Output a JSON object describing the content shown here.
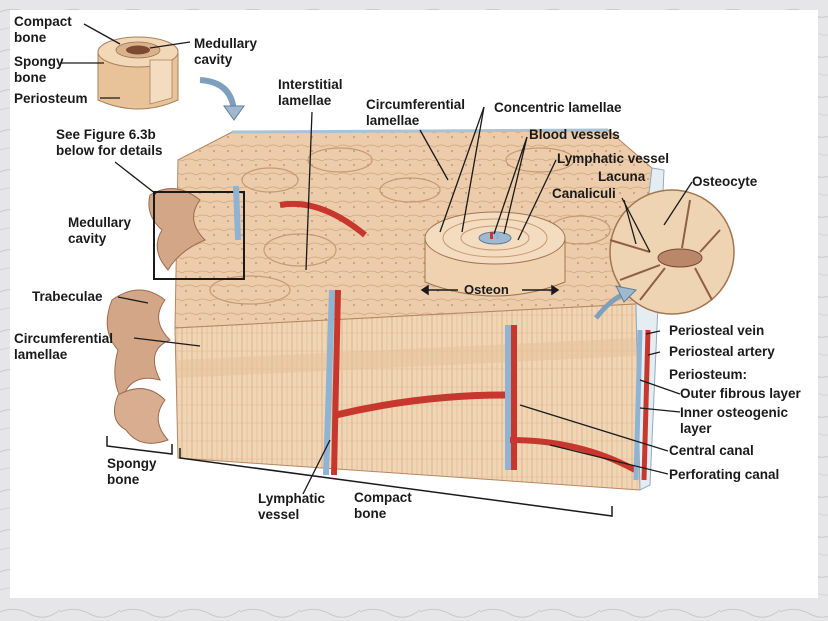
{
  "colors": {
    "background_frame": "#e8e8ea",
    "panel": "#ffffff",
    "bone_tan": "#e9c7a1",
    "bone_light": "#f3dcc0",
    "bone_dark": "#c99a72",
    "vessel_red": "#c8372d",
    "vessel_blue": "#8fb3d3",
    "vessel_green": "#7f9a4f",
    "leader_line": "#1a1a1a",
    "arrow_blue": "#9fbad0"
  },
  "labels": {
    "compact_bone_top": "Compact\nbone",
    "spongy_bone_top": "Spongy\nbone",
    "periosteum_top": "Periosteum",
    "medullary_cavity_top": "Medullary\ncavity",
    "see_figure": "See Figure 6.3b\nbelow for details",
    "interstitial_lamellae": "Interstitial\nlamellae",
    "circumferential_lamellae_top": "Circumferential\nlamellae",
    "concentric_lamellae": "Concentric lamellae",
    "blood_vessels": "Blood vessels",
    "lymphatic_vessel_top": "Lymphatic vessel",
    "lacuna": "Lacuna",
    "canaliculi": "Canaliculi",
    "osteocyte": "Osteocyte",
    "medullary_cavity_left": "Medullary\ncavity",
    "trabeculae": "Trabeculae",
    "circumferential_lamellae_left": "Circumferential\nlamellae",
    "osteon": "Osteon",
    "periosteal_vein": "Periosteal vein",
    "periosteal_artery": "Periosteal artery",
    "periosteum_right": "Periosteum:",
    "outer_fibrous_layer": "Outer fibrous layer",
    "inner_osteogenic_layer": "Inner osteogenic\nlayer",
    "central_canal": "Central canal",
    "perforating_canal": "Perforating canal",
    "spongy_bone_bottom": "Spongy\nbone",
    "lymphatic_vessel_bottom": "Lymphatic\nvessel",
    "compact_bone_bottom": "Compact\nbone"
  }
}
